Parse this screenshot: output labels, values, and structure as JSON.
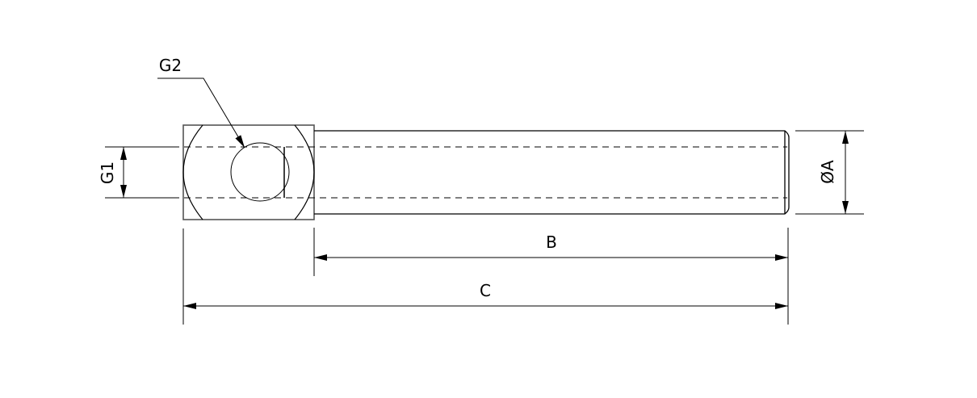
{
  "labels": {
    "g2": "G2",
    "g1": "G1",
    "diameter_a": "ØA",
    "b": "B",
    "c": "C"
  }
}
